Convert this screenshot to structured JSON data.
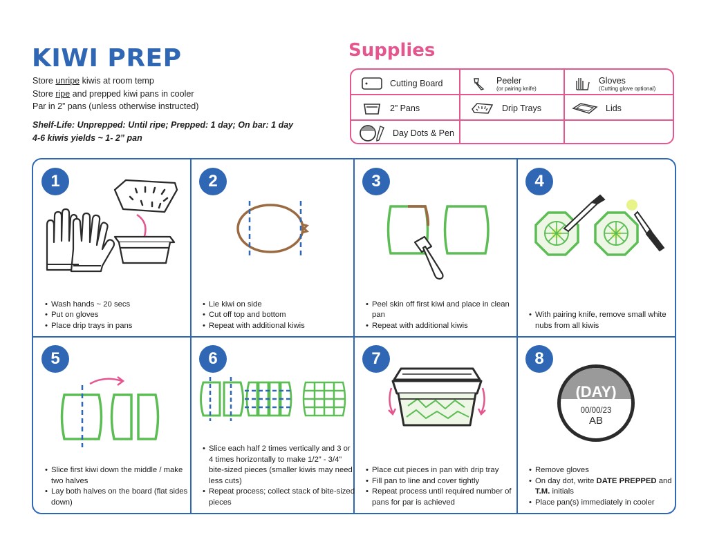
{
  "title": "KIWI PREP",
  "info": {
    "line1_pre": "Store ",
    "line1_em": "unripe",
    "line1_post": " kiwis at room temp",
    "line2_pre": "Store ",
    "line2_em": "ripe",
    "line2_post": " and prepped kiwi pans in cooler",
    "line3": "Par in 2” pans (unless otherwise instructed)",
    "shelf_life": "Shelf-Life: Unprepped: Until ripe; Prepped: 1 day; On bar: 1 day",
    "yield": "4-6 kiwis yields ~ 1- 2” pan"
  },
  "supplies": {
    "title": "Supplies",
    "items": [
      {
        "label": "Cutting Board",
        "sub": "",
        "icon": "cutting-board-icon"
      },
      {
        "label": "Peeler",
        "sub": "(or pairing knife)",
        "icon": "peeler-icon"
      },
      {
        "label": "Gloves",
        "sub": "(Cutting glove optional)",
        "icon": "gloves-icon"
      },
      {
        "label": "2” Pans",
        "sub": "",
        "icon": "pan-icon"
      },
      {
        "label": "Drip Trays",
        "sub": "",
        "icon": "drip-tray-icon"
      },
      {
        "label": "Lids",
        "sub": "",
        "icon": "lid-icon"
      },
      {
        "label": "Day Dots & Pen",
        "sub": "",
        "icon": "day-dot-pen-icon"
      }
    ]
  },
  "steps": [
    {
      "number": "1",
      "bullets": [
        "Wash hands ~ 20 secs",
        "Put on gloves",
        "Place drip trays in pans"
      ]
    },
    {
      "number": "2",
      "bullets": [
        "Lie kiwi on side",
        "Cut off top and bottom",
        "Repeat with additional kiwis"
      ]
    },
    {
      "number": "3",
      "bullets": [
        "Peel skin off first kiwi and place in clean pan",
        "Repeat with additional kiwis"
      ]
    },
    {
      "number": "4",
      "bullets": [
        "With pairing knife, remove small white nubs from all kiwis"
      ]
    },
    {
      "number": "5",
      "bullets": [
        "Slice first kiwi down the middle / make two halves",
        "Lay both halves on the board (flat sides down)"
      ]
    },
    {
      "number": "6",
      "bullets": [
        "Slice each half 2 times vertically and 3 or 4 times horizontally to make 1/2” - 3/4” bite-sized pieces (smaller kiwis may need less cuts)",
        "Repeat process; collect stack of bite-sized pieces"
      ]
    },
    {
      "number": "7",
      "bullets": [
        "Place cut pieces in pan with drip tray",
        "Fill pan to line and cover tightly",
        "Repeat process until required number of pans for par is achieved"
      ]
    },
    {
      "number": "8",
      "bullet1": "Remove gloves",
      "bullet2_pre": "On day dot, write ",
      "bullet2_bold1": "DATE PREPPED",
      "bullet2_mid": " and ",
      "bullet2_bold2": "T.M.",
      "bullet2_post": " initials",
      "bullet3": "Place pan(s) immediately in cooler",
      "dot_day": "(DAY)",
      "dot_date": "00/00/23",
      "dot_initials": "AB"
    }
  ],
  "colors": {
    "blue": "#2f67b4",
    "pink": "#e5568e",
    "green": "#5cbd55",
    "brown": "#9a6b42"
  },
  "icon_names": [
    "gloves-icon",
    "drip-tray-icon",
    "pan-icon",
    "kiwi-whole-icon",
    "kiwi-peeled-icon",
    "peeler-icon",
    "kiwi-slice-icon",
    "knife-icon",
    "kiwi-half-icon",
    "arrow-icon",
    "kiwi-grid-icon",
    "filled-pan-icon",
    "day-dot-icon"
  ]
}
